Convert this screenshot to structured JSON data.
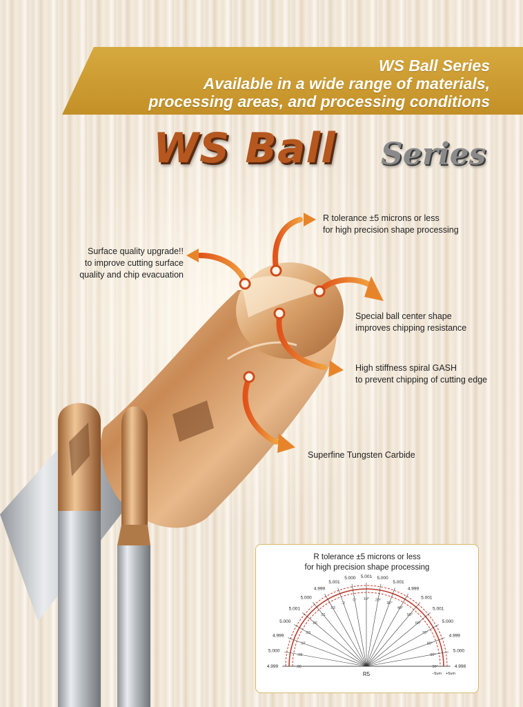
{
  "banner": {
    "line1": "WS Ball Series",
    "line2": "Available in a wide range of materials,",
    "line3": "processing areas, and processing conditions"
  },
  "title": {
    "main": "WS Ball",
    "sub": "Series"
  },
  "callouts": {
    "r_tolerance": [
      "R tolerance ±5 microns or less",
      "for high precision shape processing"
    ],
    "surface_quality": [
      "Surface quality upgrade!!",
      "to improve cutting surface",
      "quality and chip evacuation"
    ],
    "ball_center": [
      "Special ball center shape",
      "improves chipping resistance"
    ],
    "spiral_gash": [
      "High stiffness spiral GASH",
      "to prevent chipping of cutting edge"
    ],
    "carbide": [
      "Superfine Tungsten Carbide"
    ]
  },
  "colors": {
    "accent": "#c9972f",
    "arrow": "#e06a1c",
    "title": "#b5571f",
    "tolerance": "#c0392b"
  },
  "chart_data": {
    "type": "polar-tolerance",
    "title": [
      "R tolerance ±5 microns or less",
      "for high precision shape processing"
    ],
    "center_label": "R5",
    "nominal_radius": 5.0,
    "tolerance_labels": {
      "minus": "−5um",
      "plus": "+5um"
    },
    "angle_ticks": [
      "0°",
      "10°",
      "20°",
      "30°",
      "40°",
      "50°",
      "60°",
      "70°",
      "80°",
      "90°",
      "−80°",
      "−70°",
      "−60°",
      "−50°",
      "−40°",
      "−30°",
      "−20°",
      "−10°"
    ],
    "measurements": [
      {
        "angle": 180,
        "value": "4.999",
        "dev": ".06"
      },
      {
        "angle": 170,
        "value": "5.000",
        "dev": ".08"
      },
      {
        "angle": 160,
        "value": "4.999",
        "dev": ".07"
      },
      {
        "angle": 150,
        "value": "5.000",
        "dev": ".03"
      },
      {
        "angle": 140,
        "value": "5.001",
        "dev": ".06"
      },
      {
        "angle": 130,
        "value": "5.000",
        "dev": ".01"
      },
      {
        "angle": 120,
        "value": "4.999",
        "dev": ".03"
      },
      {
        "angle": 110,
        "value": "5.001",
        "dev": ".0"
      },
      {
        "angle": 100,
        "value": "5.000",
        "dev": "0°"
      },
      {
        "angle": 90,
        "value": "5.001",
        "dev": "10°"
      },
      {
        "angle": 80,
        "value": "5.000",
        "dev": "20°"
      },
      {
        "angle": 70,
        "value": "5.001",
        "dev": "30°"
      },
      {
        "angle": 60,
        "value": "4.999",
        "dev": "40°"
      },
      {
        "angle": 50,
        "value": "5.001",
        "dev": "50°"
      },
      {
        "angle": 40,
        "value": "5.001",
        "dev": "60°"
      },
      {
        "angle": 30,
        "value": "5.000",
        "dev": "70°"
      },
      {
        "angle": 20,
        "value": "4.999",
        "dev": "80°"
      },
      {
        "angle": 10,
        "value": "5.000",
        "dev": "90°"
      },
      {
        "angle": 0,
        "value": "4.998",
        "dev": "−90°"
      }
    ]
  }
}
